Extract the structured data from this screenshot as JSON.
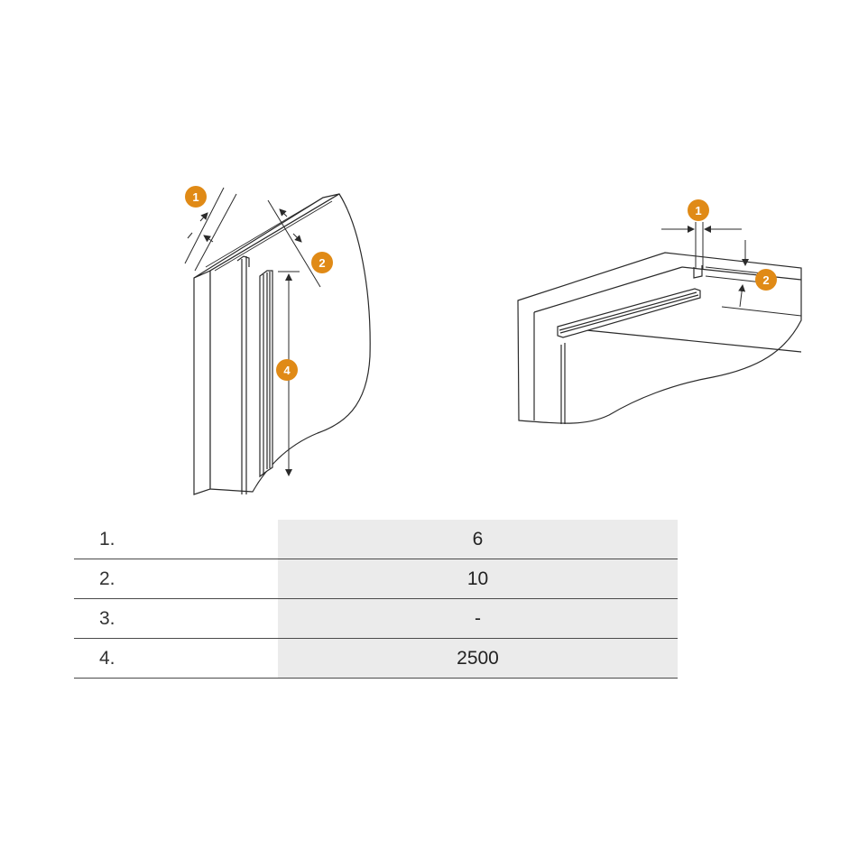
{
  "colors": {
    "accent": "#e08a16",
    "line": "#2a2a2a",
    "row_fill": "#ebebeb"
  },
  "left_view": {
    "markers": [
      {
        "label": "1"
      },
      {
        "label": "2"
      },
      {
        "label": "4"
      }
    ]
  },
  "right_view": {
    "markers": [
      {
        "label": "1"
      },
      {
        "label": "2"
      }
    ]
  },
  "table": {
    "rows": [
      {
        "label": "1.",
        "value": "6"
      },
      {
        "label": "2.",
        "value": "10"
      },
      {
        "label": "3.",
        "value": "-"
      },
      {
        "label": "4.",
        "value": "2500"
      }
    ]
  }
}
